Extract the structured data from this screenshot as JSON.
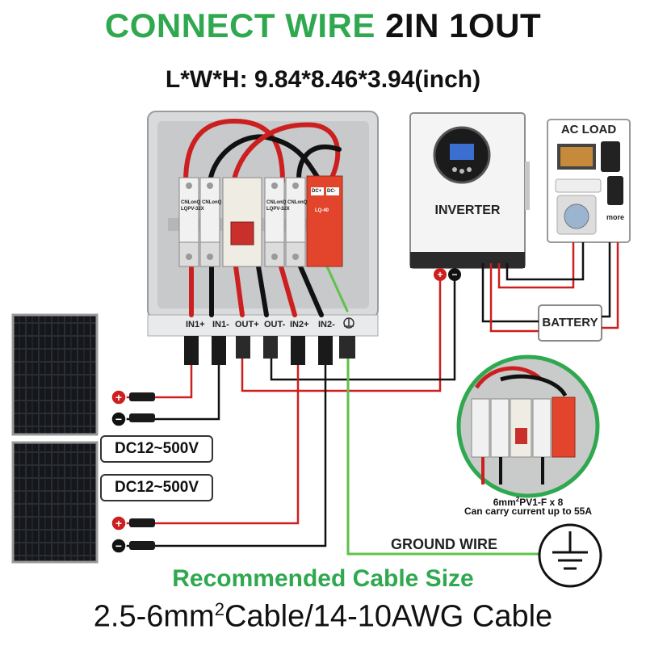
{
  "header": {
    "title_green": "CONNECT WIRE",
    "title_black": "2IN 1OUT",
    "dimensions": "L*W*H: 9.84*8.46*3.94(inch)"
  },
  "combiner_box": {
    "breaker_brand": "CNLonQ",
    "breaker_model": "LQPV-32X",
    "port_labels": [
      "IN1+",
      "IN1-",
      "OUT+",
      "OUT-",
      "IN2+",
      "IN2-"
    ],
    "spd_terminals": [
      "DC+",
      "DC-"
    ],
    "spd_model": "LQ-40"
  },
  "inverter": {
    "label": "INVERTER"
  },
  "ac_load": {
    "label": "AC LOAD",
    "more_label": "more"
  },
  "battery": {
    "label": "BATTERY"
  },
  "solar_panels": [
    {
      "voltage_label": "DC12~500V"
    },
    {
      "voltage_label": "DC12~500V"
    }
  ],
  "inset": {
    "cable_spec": "6mm",
    "cable_spec_sup": "2",
    "cable_spec_rest": "PV1-F x 8",
    "current_note": "Can carry current up to 55A"
  },
  "ground": {
    "label": "GROUND WIRE"
  },
  "footer": {
    "recommended": "Recommended Cable Size",
    "cable_size_a": "2.5-6mm",
    "cable_size_sup": "2",
    "cable_size_b": "Cable/14-10AWG Cable"
  },
  "colors": {
    "accent_green": "#2fa84f",
    "wire_red": "#cc1f1f",
    "wire_black": "#111111",
    "wire_green": "#5fc24a",
    "spd_orange": "#e2452b"
  }
}
